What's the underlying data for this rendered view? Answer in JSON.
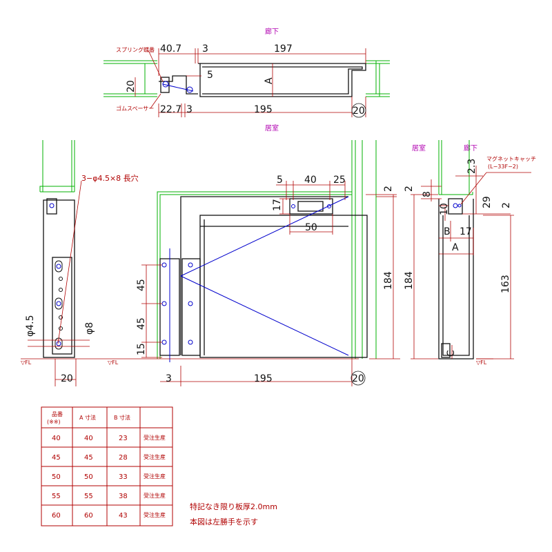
{
  "views": {
    "top_label_top": "廊下",
    "top_label_bottom": "居室",
    "side_label_room": "居室",
    "side_label_hall": "廊下"
  },
  "top_view": {
    "dim_40_7": "40.7",
    "dim_3_top": "3",
    "dim_197": "197",
    "dim_5": "5",
    "dim_A": "A",
    "dim_20": "20",
    "dim_22_7": "22.7",
    "dim_3_bottom": "3",
    "dim_195": "195",
    "dim_20_circle": "20",
    "label_spring": "スプリング蝶番",
    "label_rubber": "ゴムスペーサー"
  },
  "left_view": {
    "hole_note": "3−φ4.5×8 長穴",
    "dim_phi45": "φ4.5",
    "dim_phi8": "φ8",
    "dim_20": "20",
    "fl_label": "▽FL"
  },
  "front_view": {
    "dim_5": "5",
    "dim_40": "40",
    "dim_25": "25",
    "dim_17": "17",
    "dim_50": "50",
    "dim_45a": "45",
    "dim_45b": "45",
    "dim_15": "15",
    "dim_2": "2",
    "dim_184": "184",
    "dim_3": "3",
    "dim_195": "195",
    "dim_20_circle": "20",
    "fl_label": "▽FL"
  },
  "side_view": {
    "dim_184": "184",
    "dim_2_left": "2",
    "dim_8": "8",
    "dim_2_3": "2.3",
    "dim_29": "29",
    "dim_2_right": "2",
    "dim_10": "10",
    "dim_B": "B",
    "dim_17": "17",
    "dim_A": "A",
    "dim_163": "163",
    "dim_C": "C",
    "magnet_label": "マグネットキャッチ",
    "magnet_code": "(L−33F−2)",
    "fl_label": "▽FL"
  },
  "table": {
    "headers": [
      "品番\n(※※)",
      "A 寸法",
      "B 寸法",
      ""
    ],
    "header_line1": "品番",
    "header_line2": "(※※)",
    "rows": [
      {
        "code": "40",
        "a": "40",
        "b": "23",
        "note": "受注生産"
      },
      {
        "code": "45",
        "a": "45",
        "b": "28",
        "note": "受注生産"
      },
      {
        "code": "50",
        "a": "50",
        "b": "33",
        "note": "受注生産"
      },
      {
        "code": "55",
        "a": "55",
        "b": "38",
        "note": "受注生産"
      },
      {
        "code": "60",
        "a": "60",
        "b": "43",
        "note": "受注生産"
      }
    ]
  },
  "notes": {
    "thickness": "特記なき限り板厚2.0mm",
    "hand": "本図は左勝手を示す"
  },
  "colors": {
    "wall": "#00b000",
    "steel": "#111111",
    "dimension": "#b00000",
    "hinge_line": "#0000cc",
    "view_label": "#b000b0"
  }
}
